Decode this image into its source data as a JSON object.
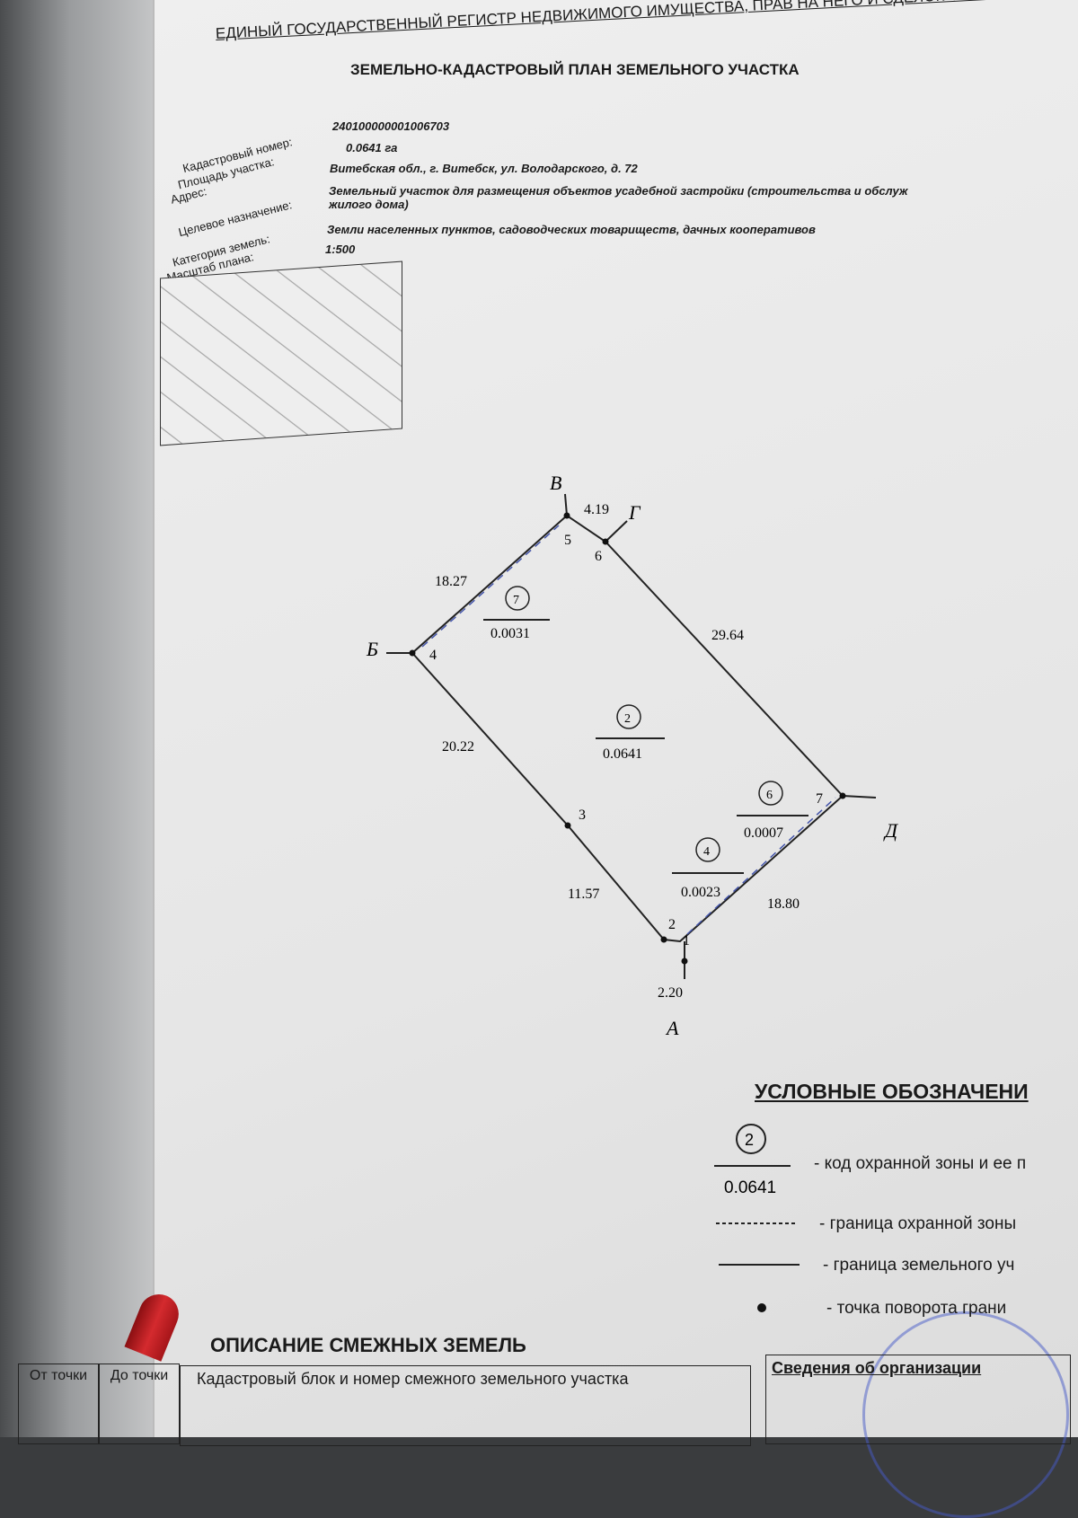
{
  "header": {
    "registry": "ЕДИНЫЙ ГОСУДАРСТВЕННЫЙ РЕГИСТР НЕДВИЖИМОГО ИМУЩЕСТВА, ПРАВ НА НЕГО И СДЕЛОК С НИ",
    "title": "ЗЕМЕЛЬНО-КАДАСТРОВЫЙ ПЛАН ЗЕМЕЛЬНОГО УЧАСТКА"
  },
  "fields": [
    {
      "label": "Кадастровый номер:",
      "value": "240100000001006703"
    },
    {
      "label": "Площадь участка:",
      "value": "0.0641  га"
    },
    {
      "label": "Адрес:",
      "value": "Витебская обл., г. Витебск, ул. Володарского, д. 72"
    },
    {
      "label": "Целевое назначение:",
      "value": "Земельный участок для размещения объектов усадебной застройки (строительства и обслуж",
      "value2": "жилого дома)"
    },
    {
      "label": "Категория земель:",
      "value": "Земли населенных пунктов, садоводческих товариществ, дачных кооперативов"
    },
    {
      "label": "Масштаб плана:",
      "value": "1:500"
    }
  ],
  "plan": {
    "corners": {
      "A": "А",
      "B": "Б",
      "V": "В",
      "G": "Г",
      "D": "Д"
    },
    "points": [
      "1",
      "2",
      "3",
      "4",
      "5",
      "6",
      "7"
    ],
    "lengths": {
      "vg": "4.19",
      "bv": "18.27",
      "gd": "29.64",
      "b3": "20.22",
      "a3": "11.57",
      "ad": "18.80",
      "a": "2.20"
    },
    "zones": [
      {
        "code": "7",
        "area": "0.0031"
      },
      {
        "code": "2",
        "area": "0.0641"
      },
      {
        "code": "6",
        "area": "0.0007"
      },
      {
        "code": "4",
        "area": "0.0023"
      }
    ]
  },
  "legend": {
    "title": "УСЛОВНЫЕ ОБОЗНАЧЕНИ",
    "sample_code": "2",
    "sample_area": "0.0641",
    "items": [
      "- код охранной зоны и ее п",
      "- граница охранной зоны",
      "- граница земельного уч",
      "- точка поворота грани"
    ]
  },
  "adjacent": {
    "title": "ОПИСАНИЕ СМЕЖНЫХ ЗЕМЕЛЬ",
    "col_from": "От точки",
    "col_to": "До точки",
    "col_cad": "Кадастровый блок и номер смежного земельного участка",
    "org": "Сведения об организации"
  }
}
